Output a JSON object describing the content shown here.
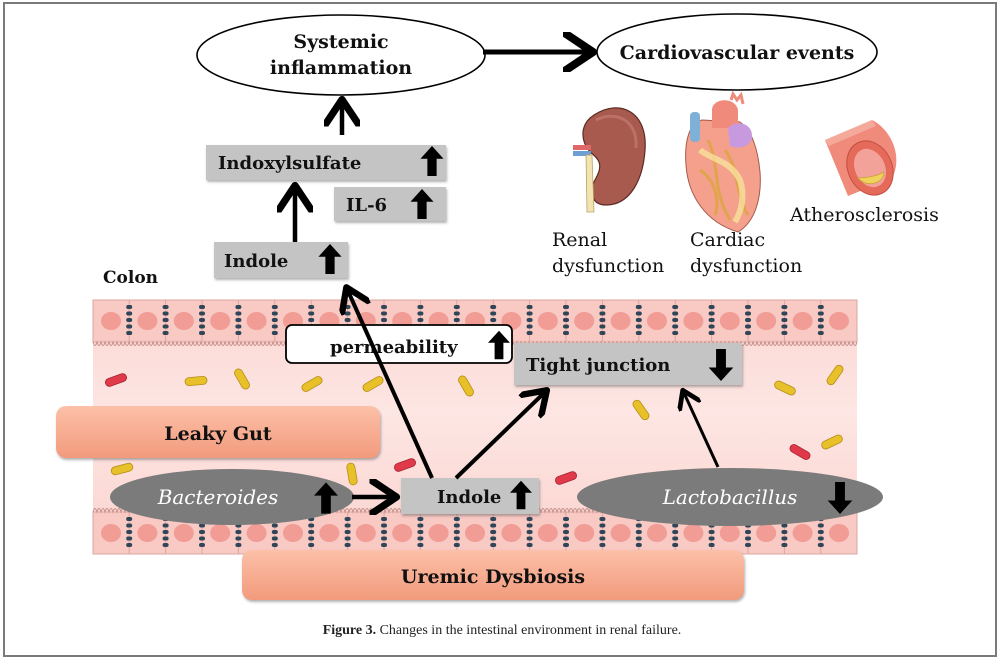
{
  "figure": {
    "caption_label": "Figure 3.",
    "caption_text": " Changes in the intestinal environment in renal failure."
  },
  "nodes": {
    "systemic_inflammation": {
      "line1": "Systemic",
      "line2": "inflammation"
    },
    "cardiovascular_events": "Cardiovascular events",
    "indoxylsulfate": {
      "label": "Indoxylsulfate",
      "trend": "up"
    },
    "il6": {
      "label": "IL-6",
      "trend": "up"
    },
    "indole_top": {
      "label": "Indole",
      "trend": "up"
    },
    "colon": "Colon",
    "permeability": {
      "label": "permeability",
      "trend": "up"
    },
    "tight_junction": {
      "label": "Tight junction",
      "trend": "down"
    },
    "leaky_gut": "Leaky Gut",
    "bacteroides": {
      "label": "Bacteroides",
      "trend": "up"
    },
    "indole_bottom": {
      "label": "Indole",
      "trend": "up"
    },
    "lactobacillus": {
      "label": "Lactobacillus",
      "trend": "down"
    },
    "uremic_dysbiosis": "Uremic Dysbiosis"
  },
  "organs": {
    "renal": {
      "line1": "Renal",
      "line2": "dysfunction",
      "icon": "kidney-icon"
    },
    "cardiac": {
      "line1": "Cardiac",
      "line2": "dysfunction",
      "icon": "heart-icon"
    },
    "athero": {
      "line1": "Atherosclerosis",
      "icon": "artery-icon"
    }
  },
  "colors": {
    "gray_box": "#c4c4c4",
    "salmon_box": "#f6a68a",
    "ellipse_gray": "#7b7b7b",
    "tissue": "#f9d2cf",
    "cell_nucleus": "#f19c95",
    "junction": "#2f4659"
  }
}
